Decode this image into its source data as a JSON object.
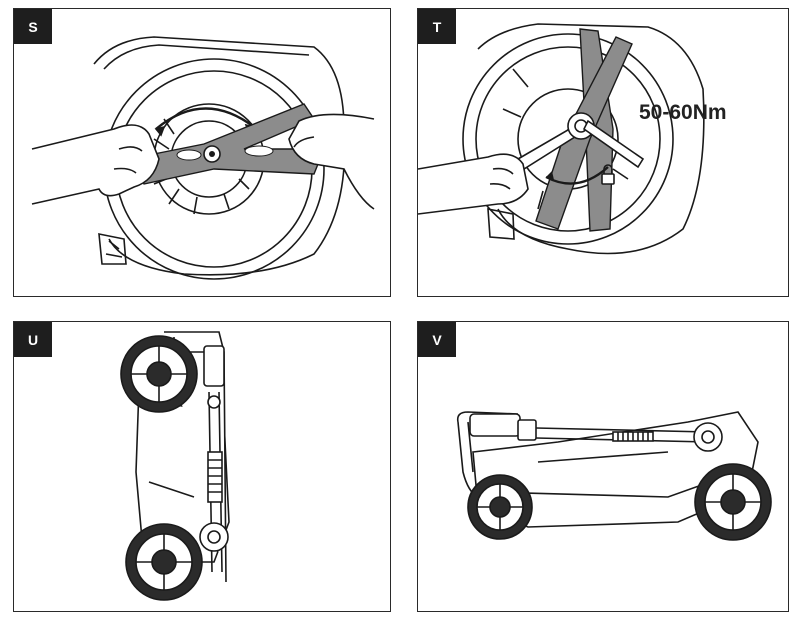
{
  "panels": {
    "s": {
      "label": "S"
    },
    "t": {
      "label": "T",
      "torque": "50-60Nm"
    },
    "u": {
      "label": "U"
    },
    "v": {
      "label": "V"
    }
  },
  "colors": {
    "line": "#1a1a1a",
    "blade": "#8c8c8c",
    "badge": "#1e1e1e",
    "tire": "#2b2b2b"
  }
}
